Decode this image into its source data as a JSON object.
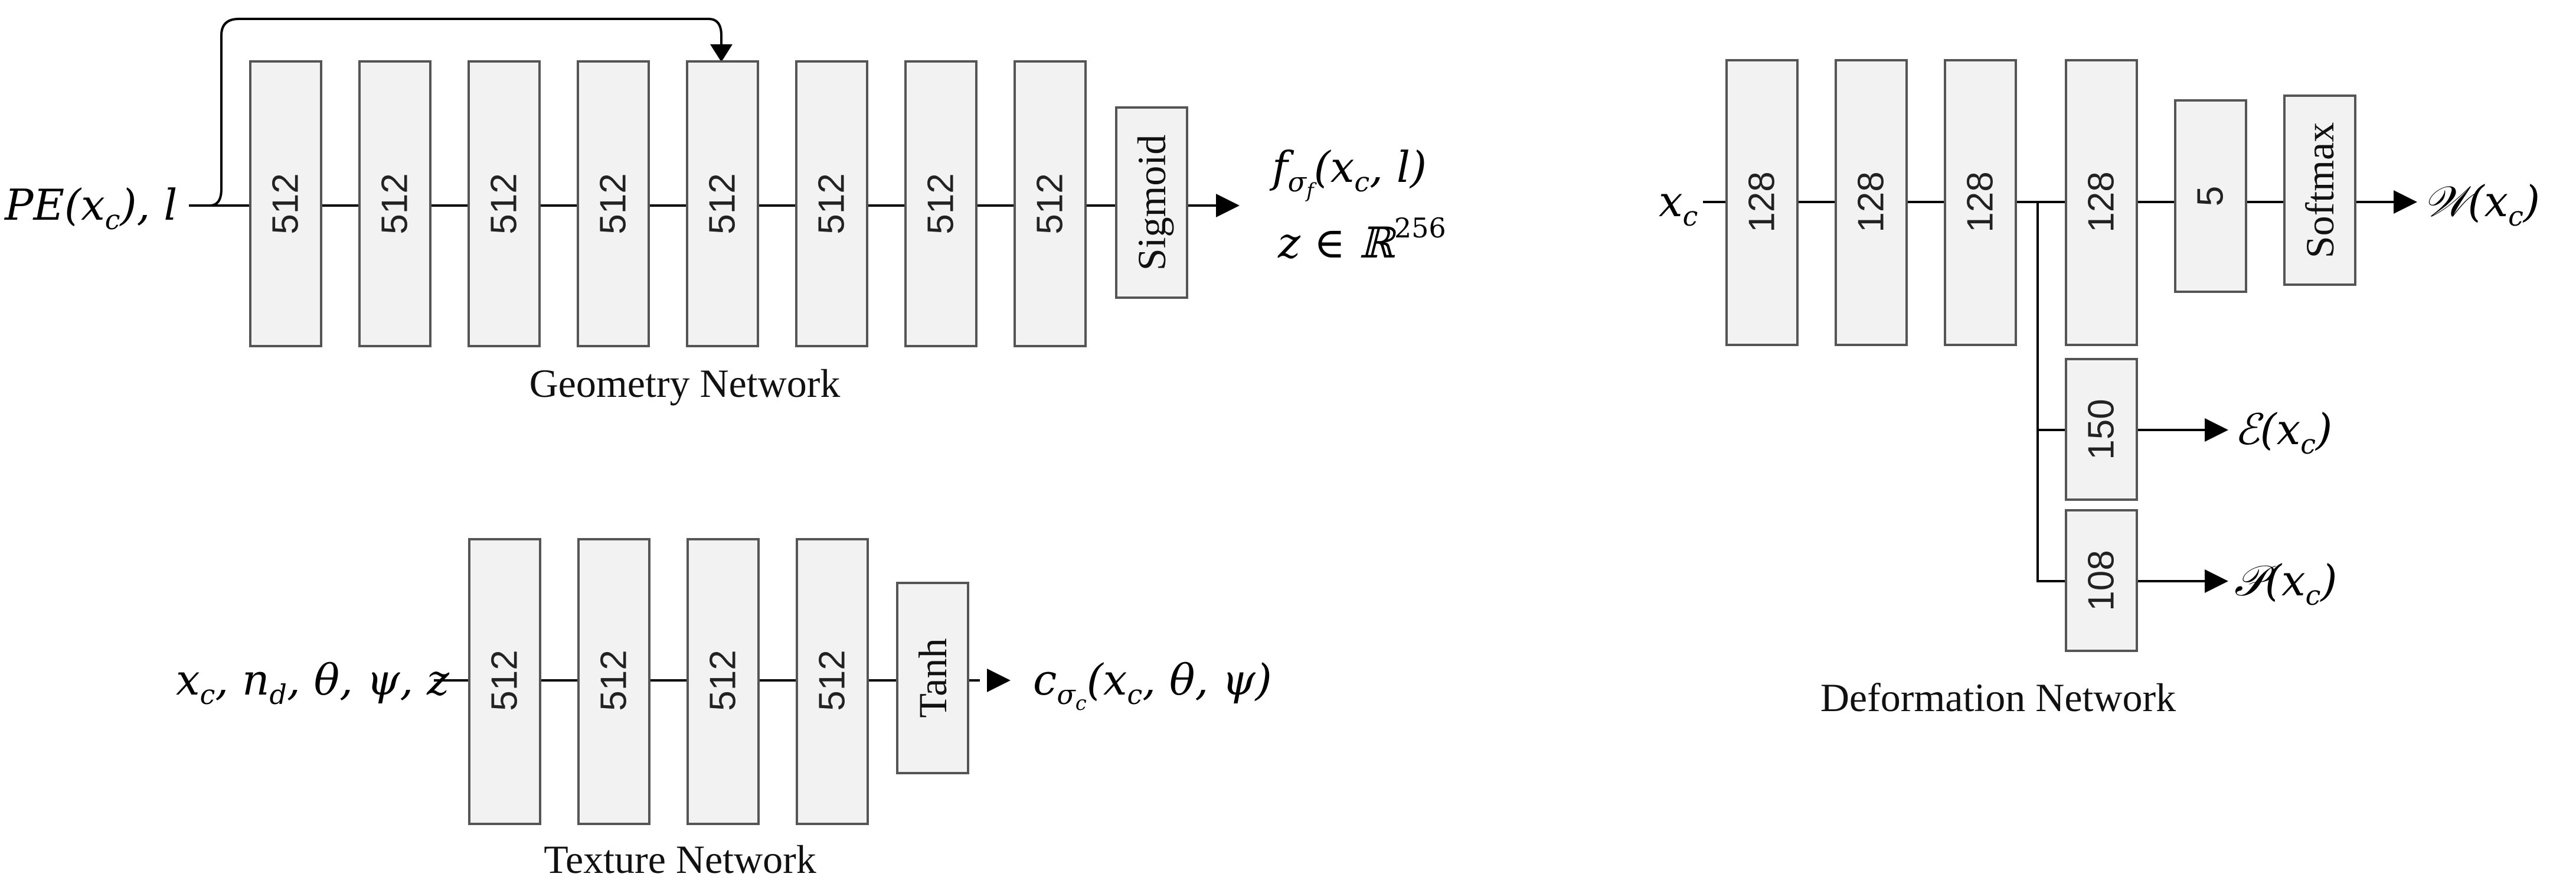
{
  "geometry": {
    "caption": "Geometry Network",
    "layers": [
      "512",
      "512",
      "512",
      "512",
      "512",
      "512",
      "512",
      "512"
    ],
    "activation": "Sigmoid",
    "input": {
      "base": "PE(x",
      "sub": "c",
      "tail": "), l"
    },
    "output_f": {
      "f": "f",
      "sub": "σ",
      "subsub": "f",
      "args": "(x",
      "argsub": "c",
      "argtail": ", l)"
    },
    "output_z": {
      "z": "z ∈ ℝ",
      "sup": "256"
    }
  },
  "texture": {
    "caption": "Texture Network",
    "layers": [
      "512",
      "512",
      "512",
      "512"
    ],
    "activation": "Tanh",
    "input": {
      "x": "x",
      "xsub": "c",
      "mid": ", n",
      "nsub": "d",
      "tail": ", θ, ψ, z"
    },
    "output": {
      "c": "c",
      "sub": "σ",
      "subsub": "c",
      "args": "(x",
      "argsub": "c",
      "argtail": ", θ, ψ)"
    }
  },
  "deformation": {
    "caption": "Deformation Network",
    "layers": [
      "128",
      "128",
      "128",
      "128"
    ],
    "bottleneck": "5",
    "activation": "Softmax",
    "branch_expr": "150",
    "branch_pose": "108",
    "input": {
      "x": "x",
      "sub": "c"
    },
    "output_w": {
      "sym": "𝒲(x",
      "sub": "c",
      "tail": ")"
    },
    "output_e": {
      "sym": "ℰ(x",
      "sub": "c",
      "tail": ")"
    },
    "output_p": {
      "sym": "𝒫(x",
      "sub": "c",
      "tail": ")"
    }
  }
}
